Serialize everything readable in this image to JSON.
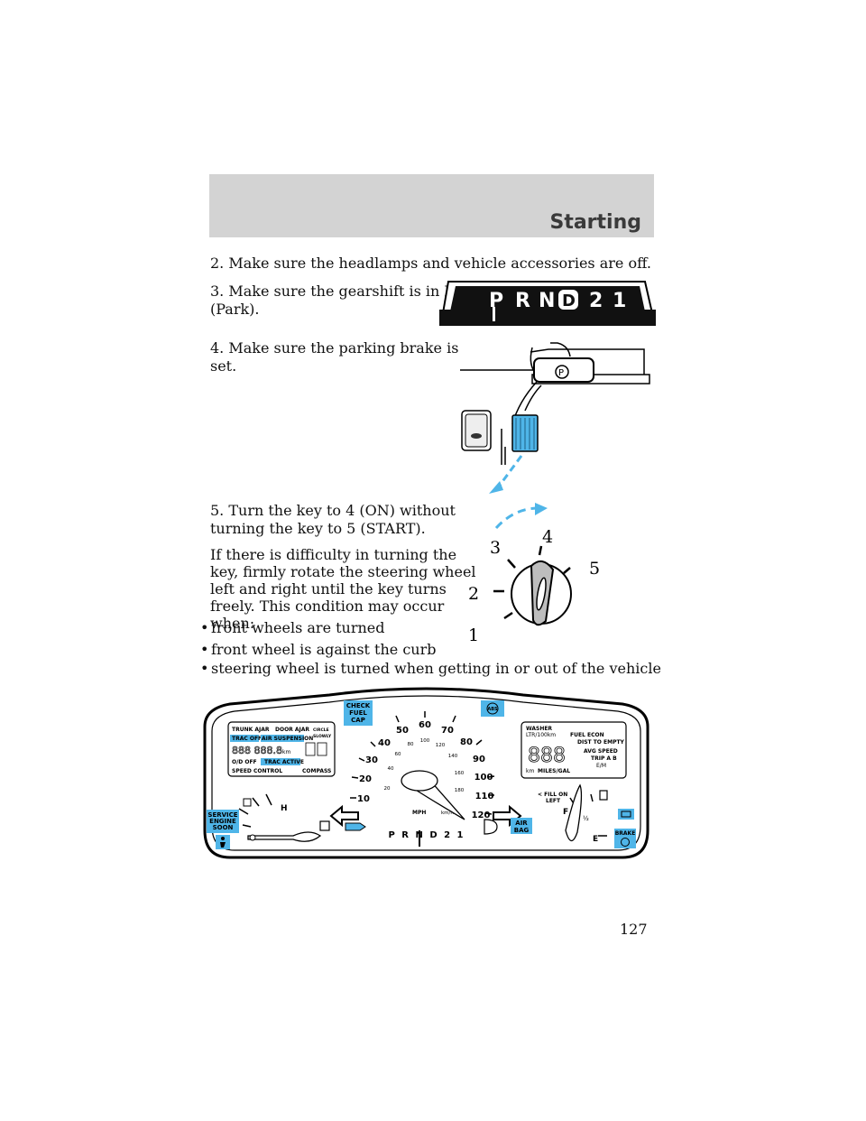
{
  "header": {
    "section_title": "Starting"
  },
  "steps": {
    "s2": "2. Make sure the headlamps and vehicle accessories are off.",
    "s3_l1": "3. Make sure the gearshift is in P",
    "s3_l2": "(Park).",
    "s4_l1": "4. Make sure the parking brake is",
    "s4_l2": "set.",
    "s5_l1": "5. Turn the key to 4 (ON) without",
    "s5_l2": "turning the key to 5 (START).",
    "p_l1": "If there is difficulty in turning the",
    "p_l2": "key, firmly rotate the steering wheel",
    "p_l3": "left and right until the key turns",
    "p_l4": "freely. This condition may occur",
    "p_l5": "when:"
  },
  "bullets": [
    "front wheels are turned",
    "front wheel is against the curb",
    "steering wheel is turned when getting in or out of the vehicle"
  ],
  "bullet_symbol": "•",
  "gear_indicator": {
    "p": "P",
    "r": "R",
    "n": "N",
    "d": "D",
    "two": "2",
    "one": "1"
  },
  "parking_brake_symbol": "P",
  "ignition_positions": {
    "p1": "1",
    "p2": "2",
    "p3": "3",
    "p4": "4",
    "p5": "5"
  },
  "cluster": {
    "message_left": {
      "trunk_ajar": "TRUNK AJAR",
      "door_ajar": "DOOR AJAR",
      "circle": "CIRCLE",
      "slowly": "SLOWLY",
      "trac_off": "TRAC OFF",
      "air_suspension": "AIR SUSPENSION",
      "odometer": "888 888.8",
      "km": "km",
      "od_off": "O/D OFF",
      "trac_active": "TRAC ACTIVE",
      "speed_control": "SPEED CONTROL",
      "compass": "COMPASS"
    },
    "message_right": {
      "washer": "WASHER",
      "ltr": "LTR/100km",
      "fuel_econ": "FUEL ECON",
      "dist": "DIST TO EMPTY",
      "avg_speed": "AVG SPEED",
      "trip": "TRIP A B",
      "em": "E/M",
      "km": "km",
      "miles_gal": "MILES/GAL",
      "digits": "888"
    },
    "check_fuel_cap": [
      "CHECK",
      "FUEL",
      "CAP"
    ],
    "abs": "ABS",
    "mph_ticks": [
      "10",
      "20",
      "30",
      "40",
      "50",
      "60",
      "70",
      "80",
      "90",
      "100",
      "110",
      "120"
    ],
    "kmh_ticks": [
      "20",
      "40",
      "60",
      "80",
      "100",
      "120",
      "140",
      "160",
      "180"
    ],
    "mph_label": "MPH",
    "kmh_label": "km/h",
    "prnd": "P R N D 2 1",
    "fill_on_left": [
      "< FILL ON",
      "LEFT"
    ],
    "fuel_f": "F",
    "fuel_half": "½",
    "fuel_e": "E",
    "temp_h": "H",
    "service_engine_soon": [
      "SERVICE",
      "ENGINE",
      "SOON"
    ],
    "air_bag": [
      "AIR",
      "BAG"
    ],
    "brake": "BRAKE"
  },
  "page_number": "127",
  "colors": {
    "accent_blue": "#4fb5e8",
    "header_gray": "#d3d3d3"
  }
}
